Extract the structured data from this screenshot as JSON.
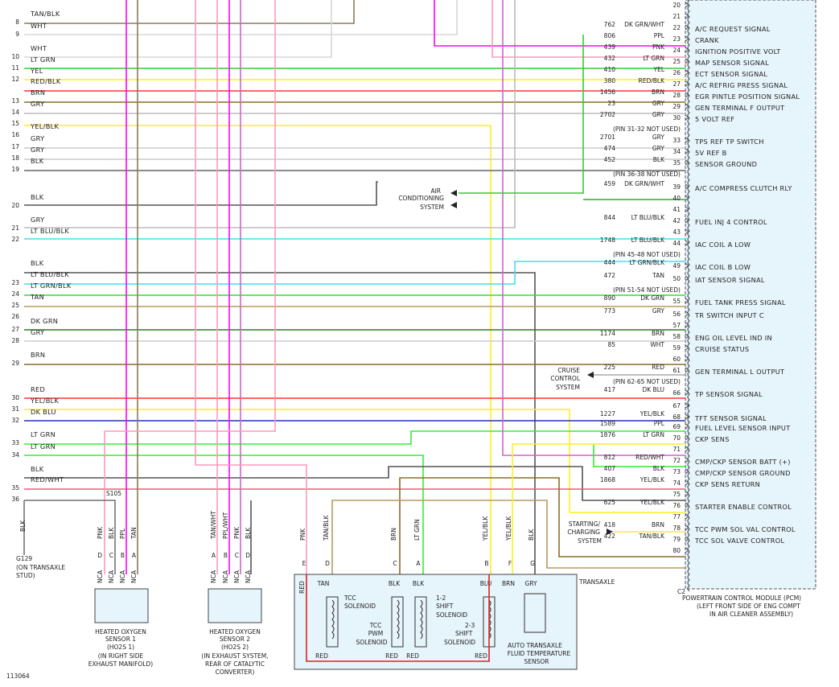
{
  "diagram_id": "113064",
  "colors": {
    "pcm_fill": "#e6f4fb",
    "solenoid_box_fill": "#e6f4fb",
    "sensor_fill": "#e6f4fb",
    "background": "#ffffff"
  },
  "pcm": {
    "connector": "C2",
    "title": "POWERTRAIN CONTROL MODULE (PCM)",
    "location_1": "(LEFT FRONT SIDE OF ENG COMPT",
    "location_2": "IN AIR CLEANER ASSEMBLY)"
  },
  "left_wires": [
    {
      "num": "8",
      "color_label": "TAN/BLK"
    },
    {
      "num": "9",
      "color_label": "WHT"
    },
    {
      "num": "10",
      "color_label": "WHT"
    },
    {
      "num": "11",
      "color_label": "LT GRN"
    },
    {
      "num": "12",
      "color_label": "YEL"
    },
    {
      "num": "",
      "color_label": "RED/BLK"
    },
    {
      "num": "13",
      "color_label": "BRN"
    },
    {
      "num": "14",
      "color_label": "GRY"
    },
    {
      "num": "15",
      "color_label": ""
    },
    {
      "num": "16",
      "color_label": "YEL/BLK"
    },
    {
      "num": "17",
      "color_label": "GRY"
    },
    {
      "num": "18",
      "color_label": "GRY"
    },
    {
      "num": "19",
      "color_label": "BLK"
    },
    {
      "num": "20",
      "color_label": "BLK"
    },
    {
      "num": "21",
      "color_label": "GRY"
    },
    {
      "num": "22",
      "color_label": "LT BLU/BLK"
    },
    {
      "num": "",
      "color_label": "BLK"
    },
    {
      "num": "23",
      "color_label": "LT BLU/BLK"
    },
    {
      "num": "24",
      "color_label": "LT GRN/BLK"
    },
    {
      "num": "25",
      "color_label": "TAN"
    },
    {
      "num": "26",
      "color_label": ""
    },
    {
      "num": "27",
      "color_label": "DK GRN"
    },
    {
      "num": "28",
      "color_label": "GRY"
    },
    {
      "num": "29",
      "color_label": "BRN"
    },
    {
      "num": "30",
      "color_label": "RED"
    },
    {
      "num": "31",
      "color_label": "YEL/BLK"
    },
    {
      "num": "32",
      "color_label": "DK BLU"
    },
    {
      "num": "33",
      "color_label": "LT GRN"
    },
    {
      "num": "34",
      "color_label": "LT GRN"
    },
    {
      "num": "",
      "color_label": "BLK"
    },
    {
      "num": "35",
      "color_label": "RED/WHT"
    },
    {
      "num": "36",
      "color_label": ""
    }
  ],
  "pins": [
    {
      "pin": "20",
      "circuit": "",
      "color": "",
      "function": ""
    },
    {
      "pin": "21",
      "circuit": "",
      "color": "",
      "function": ""
    },
    {
      "pin": "22",
      "circuit": "762",
      "color": "DK GRN/WHT",
      "function": "A/C REQUEST SIGNAL"
    },
    {
      "pin": "23",
      "circuit": "806",
      "color": "PPL",
      "function": "CRANK"
    },
    {
      "pin": "24",
      "circuit": "439",
      "color": "PNK",
      "function": "IGNITION POSITIVE VOLT"
    },
    {
      "pin": "25",
      "circuit": "432",
      "color": "LT GRN",
      "function": "MAP SENSOR SIGNAL"
    },
    {
      "pin": "26",
      "circuit": "410",
      "color": "YEL",
      "function": "ECT SENSOR SIGNAL"
    },
    {
      "pin": "27",
      "circuit": "380",
      "color": "RED/BLK",
      "function": "A/C REFRIG PRESS SIGNAL"
    },
    {
      "pin": "28",
      "circuit": "1456",
      "color": "BRN",
      "function": "EGR PINTLE POSITION SIGNAL"
    },
    {
      "pin": "29",
      "circuit": "23",
      "color": "GRY",
      "function": "GEN TERMINAL F OUTPUT"
    },
    {
      "pin": "30",
      "circuit": "2702",
      "color": "GRY",
      "function": "5 VOLT REF"
    },
    {
      "pin": "",
      "circuit": "",
      "color": "",
      "function": "",
      "note": "(PIN 31-32 NOT USED)"
    },
    {
      "pin": "33",
      "circuit": "2701",
      "color": "GRY",
      "function": "TPS REF TP SWITCH"
    },
    {
      "pin": "34",
      "circuit": "474",
      "color": "GRY",
      "function": "5V REF B"
    },
    {
      "pin": "35",
      "circuit": "452",
      "color": "BLK",
      "function": "SENSOR GROUND"
    },
    {
      "pin": "",
      "circuit": "",
      "color": "",
      "function": "",
      "note": "(PIN 36-38 NOT USED)"
    },
    {
      "pin": "39",
      "circuit": "459",
      "color": "DK GRN/WHT",
      "function": "A/C COMPRESS CLUTCH RLY"
    },
    {
      "pin": "40",
      "circuit": "",
      "color": "",
      "function": ""
    },
    {
      "pin": "41",
      "circuit": "",
      "color": "",
      "function": ""
    },
    {
      "pin": "42",
      "circuit": "844",
      "color": "LT BLU/BLK",
      "function": "FUEL INJ 4 CONTROL"
    },
    {
      "pin": "43",
      "circuit": "",
      "color": "",
      "function": ""
    },
    {
      "pin": "44",
      "circuit": "1748",
      "color": "LT BLU/BLK",
      "function": "IAC COIL A LOW"
    },
    {
      "pin": "",
      "circuit": "",
      "color": "",
      "function": "",
      "note": "(PIN 45-48 NOT USED)"
    },
    {
      "pin": "49",
      "circuit": "444",
      "color": "LT GRN/BLK",
      "function": "IAC COIL B LOW"
    },
    {
      "pin": "50",
      "circuit": "472",
      "color": "TAN",
      "function": "IAT SENSOR SIGNAL"
    },
    {
      "pin": "",
      "circuit": "",
      "color": "",
      "function": "",
      "note": "(PIN 51-54 NOT USED)"
    },
    {
      "pin": "55",
      "circuit": "890",
      "color": "DK GRN",
      "function": "FUEL TANK PRESS SIGNAL"
    },
    {
      "pin": "56",
      "circuit": "773",
      "color": "GRY",
      "function": "TR SWITCH INPUT C"
    },
    {
      "pin": "57",
      "circuit": "",
      "color": "",
      "function": ""
    },
    {
      "pin": "58",
      "circuit": "1174",
      "color": "BRN",
      "function": "ENG OIL LEVEL IND IN"
    },
    {
      "pin": "59",
      "circuit": "85",
      "color": "WHT",
      "function": "CRUISE STATUS"
    },
    {
      "pin": "60",
      "circuit": "",
      "color": "",
      "function": ""
    },
    {
      "pin": "61",
      "circuit": "225",
      "color": "RED",
      "function": "GEN TERMINAL L OUTPUT"
    },
    {
      "pin": "",
      "circuit": "",
      "color": "",
      "function": "",
      "note": "(PIN 62-65 NOT USED)"
    },
    {
      "pin": "66",
      "circuit": "417",
      "color": "DK BLU",
      "function": "TP SENSOR SIGNAL"
    },
    {
      "pin": "67",
      "circuit": "",
      "color": "",
      "function": ""
    },
    {
      "pin": "68",
      "circuit": "1227",
      "color": "YEL/BLK",
      "function": "TFT SENSOR SIGNAL"
    },
    {
      "pin": "69",
      "circuit": "1589",
      "color": "PPL",
      "function": "FUEL LEVEL SENSOR INPUT"
    },
    {
      "pin": "70",
      "circuit": "1876",
      "color": "LT GRN",
      "function": "CKP SENS"
    },
    {
      "pin": "71",
      "circuit": "",
      "color": "",
      "function": ""
    },
    {
      "pin": "72",
      "circuit": "812",
      "color": "RED/WHT",
      "function": "CMP/CKP SENSOR BATT (+)"
    },
    {
      "pin": "73",
      "circuit": "407",
      "color": "BLK",
      "function": "CMP/CKP SENSOR GROUND"
    },
    {
      "pin": "74",
      "circuit": "1868",
      "color": "YEL/BLK",
      "function": "CKP SENS RETURN"
    },
    {
      "pin": "75",
      "circuit": "",
      "color": "",
      "function": ""
    },
    {
      "pin": "76",
      "circuit": "625",
      "color": "YEL/BLK",
      "function": "STARTER ENABLE CONTROL"
    },
    {
      "pin": "77",
      "circuit": "",
      "color": "",
      "function": ""
    },
    {
      "pin": "78",
      "circuit": "418",
      "color": "BRN",
      "function": "TCC PWM SOL VAL CONTROL"
    },
    {
      "pin": "79",
      "circuit": "422",
      "color": "TAN/BLK",
      "function": "TCC SOL VALVE CONTROL"
    },
    {
      "pin": "80",
      "circuit": "",
      "color": "",
      "function": ""
    }
  ],
  "callouts": {
    "ac_system": [
      "AIR",
      "CONDITIONING",
      "SYSTEM"
    ],
    "cruise": [
      "CRUISE",
      "CONTROL",
      "SYSTEM"
    ],
    "starting": [
      "STARTING/",
      "CHARGING",
      "SYSTEM"
    ]
  },
  "splice": "S105",
  "ground": {
    "label": "G129",
    "location": "(ON TRANSAXLE",
    "location2": "STUD)",
    "wire": "BLK"
  },
  "ho2s1": {
    "pins": [
      "D",
      "C",
      "B",
      "A"
    ],
    "wires": [
      "PNK",
      "BLK",
      "PPL",
      "TAN"
    ],
    "nca": [
      "NCA",
      "NCA",
      "NCA",
      "NCA"
    ],
    "title": [
      "HEATED OXYGEN",
      "SENSOR 1",
      "(HO2S 1)",
      "(IN RIGHT SIDE",
      "EXHAUST MANIFOLD)"
    ]
  },
  "ho2s2": {
    "pins": [
      "A",
      "B",
      "C",
      "D"
    ],
    "wires": [
      "TAN/WHT",
      "PPL/WHT",
      "PNK",
      "BLK"
    ],
    "nca": [
      "NCA",
      "NCA",
      "NCA",
      "NCA"
    ],
    "title": [
      "HEATED OXYGEN",
      "SENSOR 2",
      "(HO2S 2)",
      "(IN EXHAUST SYSTEM,",
      "REAR OF CATALYTIC",
      "CONVERTER)"
    ]
  },
  "transaxle": {
    "label": "TRANSAXLE",
    "pins": [
      "E",
      "D",
      "C",
      "A",
      "B",
      "F",
      "G"
    ],
    "wires": [
      "PNK",
      "TAN/BLK",
      "BRN",
      "LT GRN",
      "YEL/BLK",
      "YEL/BLK",
      "BLK"
    ],
    "inner_wires": [
      "TAN",
      "BLK",
      "BLK",
      "BLU",
      "BRN",
      "GRY"
    ],
    "red_labels": [
      "RED",
      "RED",
      "RED",
      "RED",
      "RED"
    ],
    "tcc": [
      "TCC",
      "SOLENOID"
    ],
    "tcc_pwm": [
      "TCC",
      "PWM",
      "SOLENOID"
    ],
    "shift12": [
      "1-2",
      "SHIFT",
      "SOLENOID"
    ],
    "shift23": [
      "2-3",
      "SHIFT",
      "SOLENOID"
    ],
    "fluid_temp": [
      "AUTO TRANSAXLE",
      "FLUID TEMPERATURE",
      "SENSOR"
    ]
  }
}
